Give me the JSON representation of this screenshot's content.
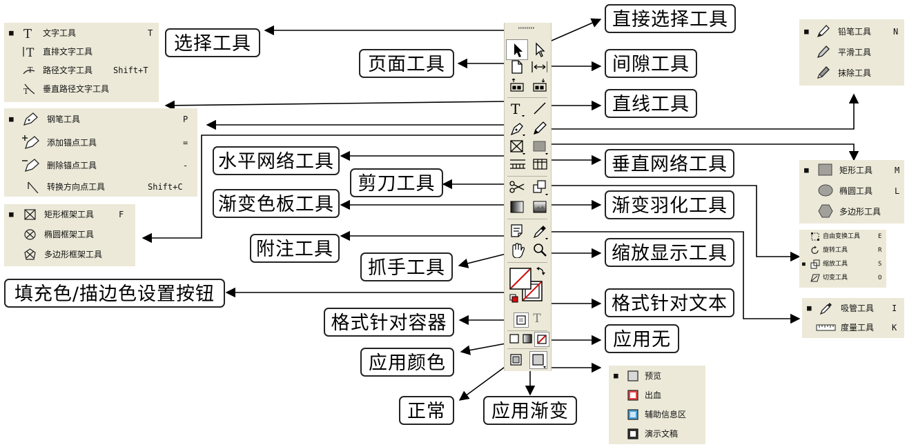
{
  "labels": {
    "select": "选择工具",
    "direct_select": "直接选择工具",
    "page": "页面工具",
    "gap": "间隙工具",
    "line": "直线工具",
    "horizontal_grid": "水平网络工具",
    "vertical_grid": "垂直网络工具",
    "scissors": "剪刀工具",
    "gradient_swatch": "渐变色板工具",
    "gradient_feather": "渐变羽化工具",
    "note": "附注工具",
    "hand": "抓手工具",
    "zoom": "缩放显示工具",
    "fill_stroke": "填充色/描边色设置按钮",
    "format_text": "格式针对文本",
    "format_container": "格式针对容器",
    "apply_none": "应用无",
    "apply_color": "应用颜色",
    "normal": "正常",
    "apply_gradient": "应用渐变"
  },
  "flyouts": {
    "type": [
      {
        "mark": "■",
        "icon": "type-icon",
        "label": "文字工具",
        "key": "T"
      },
      {
        "mark": "",
        "icon": "vertical-type-icon",
        "label": "直排文字工具",
        "key": ""
      },
      {
        "mark": "",
        "icon": "type-on-path-icon",
        "label": "路径文字工具",
        "key": "Shift+T"
      },
      {
        "mark": "",
        "icon": "vertical-type-on-path-icon",
        "label": "垂直路径文字工具",
        "key": ""
      }
    ],
    "pen": [
      {
        "mark": "■",
        "icon": "pen-icon",
        "label": "钢笔工具",
        "key": "P"
      },
      {
        "mark": "",
        "icon": "add-anchor-icon",
        "label": "添加锚点工具",
        "key": "="
      },
      {
        "mark": "",
        "icon": "delete-anchor-icon",
        "label": "删除锚点工具",
        "key": "-"
      },
      {
        "mark": "",
        "icon": "convert-direction-icon",
        "label": "转换方向点工具",
        "key": "Shift+C"
      }
    ],
    "frame": [
      {
        "mark": "■",
        "icon": "rect-frame-icon",
        "label": "矩形框架工具",
        "key": "F"
      },
      {
        "mark": "",
        "icon": "ellipse-frame-icon",
        "label": "椭圆框架工具",
        "key": ""
      },
      {
        "mark": "",
        "icon": "polygon-frame-icon",
        "label": "多边形框架工具",
        "key": ""
      }
    ],
    "pencil": [
      {
        "mark": "■",
        "icon": "pencil-icon",
        "label": "铅笔工具",
        "key": "N"
      },
      {
        "mark": "",
        "icon": "smooth-icon",
        "label": "平滑工具",
        "key": ""
      },
      {
        "mark": "",
        "icon": "erase-icon",
        "label": "抹除工具",
        "key": ""
      }
    ],
    "shape": [
      {
        "mark": "■",
        "icon": "rectangle-icon",
        "label": "矩形工具",
        "key": "M"
      },
      {
        "mark": "",
        "icon": "ellipse-icon",
        "label": "椭圆工具",
        "key": "L"
      },
      {
        "mark": "",
        "icon": "polygon-icon",
        "label": "多边形工具",
        "key": ""
      }
    ],
    "transform": [
      {
        "mark": "",
        "icon": "free-transform-icon",
        "label": "自由变换工具",
        "key": "E"
      },
      {
        "mark": "",
        "icon": "rotate-icon",
        "label": "旋转工具",
        "key": "R"
      },
      {
        "mark": "■",
        "icon": "scale-icon",
        "label": "缩放工具",
        "key": "S"
      },
      {
        "mark": "",
        "icon": "shear-icon",
        "label": "切变工具",
        "key": "O"
      }
    ],
    "eyedropper": [
      {
        "mark": "■",
        "icon": "eyedropper-icon",
        "label": "吸管工具",
        "key": "I"
      },
      {
        "mark": "",
        "icon": "measure-icon",
        "label": "度量工具",
        "key": "K"
      }
    ],
    "view": [
      {
        "mark": "■",
        "icon": "preview-icon",
        "label": "预览",
        "key": ""
      },
      {
        "mark": "",
        "icon": "bleed-icon",
        "label": "出血",
        "key": ""
      },
      {
        "mark": "",
        "icon": "slug-icon",
        "label": "辅助信息区",
        "key": ""
      },
      {
        "mark": "",
        "icon": "presentation-icon",
        "label": "演示文稿",
        "key": ""
      }
    ]
  },
  "toolbox": {
    "format_text_glyph": "T"
  },
  "colors": {
    "panel": "#ece9d8",
    "none_red": "#d01010",
    "line": "#000000"
  }
}
